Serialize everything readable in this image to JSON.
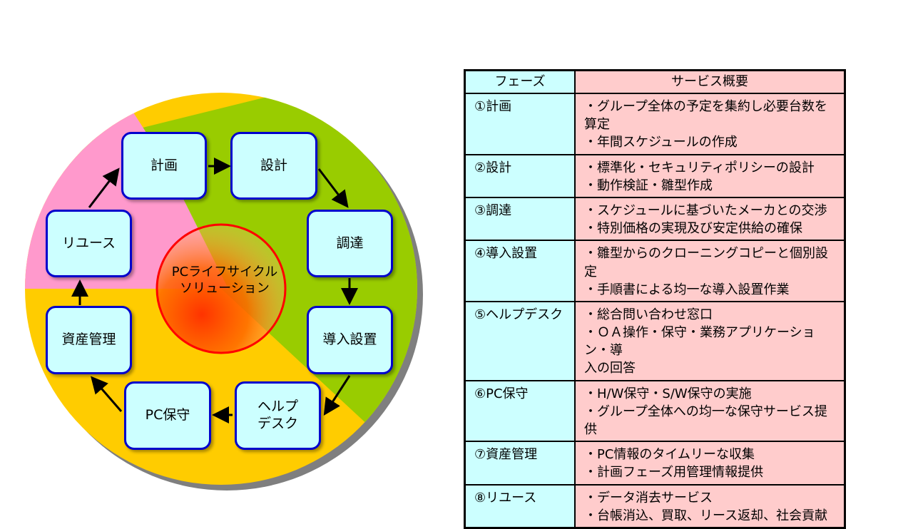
{
  "diagram": {
    "center_label": "PCライフサイクル\nソリューション",
    "phases": {
      "plan": "計画",
      "design": "設計",
      "procure": "調達",
      "install": "導入設置",
      "helpdesk": "ヘルプ\nデスク",
      "maintenance": "PC保守",
      "asset": "資産管理",
      "reuse": "リユース"
    },
    "colors": {
      "green": "#99cc00",
      "yellow": "#ffcc00",
      "pink": "#ff99cc",
      "box_fill": "#ccffff",
      "box_border": "#0000cc"
    }
  },
  "table": {
    "header_phase": "フェーズ",
    "header_overview": "サービス概要",
    "rows": [
      {
        "phase": "①計画",
        "items": [
          "・グループ全体の予定を集約し必要台数を",
          "算定",
          "・年間スケジュールの作成"
        ]
      },
      {
        "phase": "②設計",
        "items": [
          "・標準化・セキュリティポリシーの設計",
          "・動作検証・雛型作成"
        ]
      },
      {
        "phase": "③調達",
        "items": [
          "・スケジュールに基づいたメーカとの交渉",
          "・特別価格の実現及び安定供給の確保"
        ]
      },
      {
        "phase": "④導入設置",
        "items": [
          "・雛型からのクローニングコピーと個別設定",
          "・手順書による均一な導入設置作業"
        ]
      },
      {
        "phase": "⑤ヘルプデスク",
        "items": [
          "・総合問い合わせ窓口",
          "・ＯＡ操作・保守・業務アプリケーション・導",
          "入の回答"
        ]
      },
      {
        "phase": "⑥PC保守",
        "items": [
          "・H/W保守・S/W保守の実施",
          "・グループ全体への均一な保守サービス提",
          "供"
        ]
      },
      {
        "phase": "⑦資産管理",
        "items": [
          "・PC情報のタイムリーな収集",
          "・計画フェーズ用管理情報提供"
        ]
      },
      {
        "phase": "⑧リユース",
        "items": [
          "・データ消去サービス",
          "・台帳消込、買取、リース返却、社会貢献"
        ]
      }
    ]
  }
}
